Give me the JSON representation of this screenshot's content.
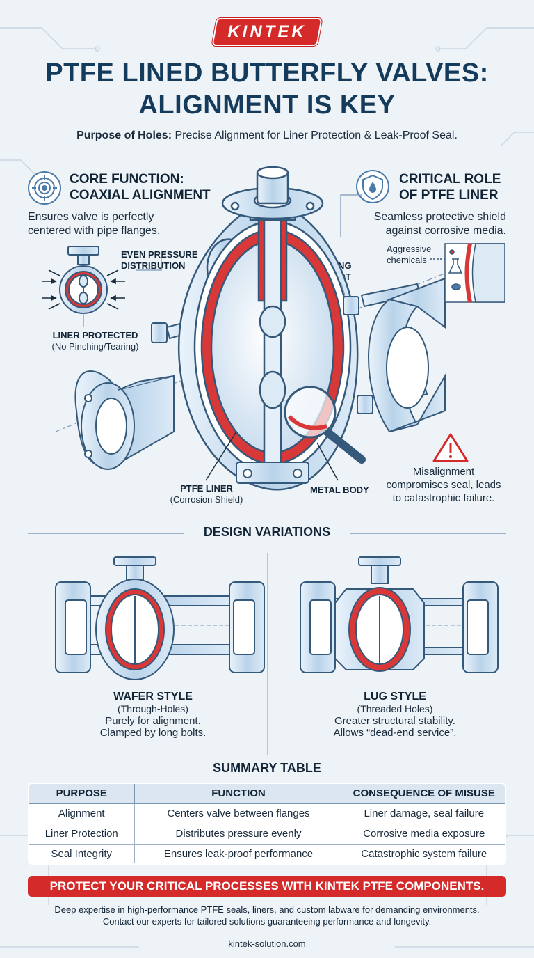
{
  "brand": {
    "logo": "KINTEK",
    "url": "kintek-solution.com"
  },
  "title": {
    "line1": "PTFE LINED BUTTERFLY VALVES:",
    "line2": "ALIGNMENT IS KEY"
  },
  "subtitle": {
    "lead": "Purpose of Holes:",
    "text": " Precise Alignment for Liner Protection & Leak-Proof Seal."
  },
  "core": {
    "heading1": "CORE FUNCTION:",
    "heading2": "COAXIAL ALIGNMENT",
    "desc1": "Ensures valve is perfectly",
    "desc2": "centered with pipe flanges.",
    "even_pressure1": "EVEN PRESSURE",
    "even_pressure2": "DISTRIBUTION",
    "liner_protected": "LINER PROTECTED",
    "liner_note": "(No Pinching/Tearing)"
  },
  "critical": {
    "heading1": "CRITICAL ROLE",
    "heading2": "OF PTFE LINER",
    "desc1": "Seamless protective shield",
    "desc2": "against corrosive media.",
    "chem1": "Aggressive",
    "chem2": "chemicals",
    "bolt1": "LONG",
    "bolt2": "BODT"
  },
  "main_labels": {
    "ptfe_liner": "PTFE LINER",
    "ptfe_note": "(Corrosion Shield)",
    "metal_body": "METAL BODY",
    "warn1": "Misalignment",
    "warn2": "compromises seal, leads",
    "warn3": "to catastrophic failure."
  },
  "design": {
    "heading": "DESIGN VARIATIONS",
    "wafer": {
      "title": "WAFER STYLE",
      "sub": "(Through-Holes)",
      "l1": "Purely for alignment.",
      "l2": "Clamped by long bolts."
    },
    "lug": {
      "title": "LUG STYLE",
      "sub": "(Threaded Holes)",
      "l1": "Greater structural stability.",
      "l2": "Allows “dead-end service”."
    }
  },
  "summary": {
    "heading": "SUMMARY TABLE",
    "columns": [
      "PURPOSE",
      "FUNCTION",
      "CONSEQUENCE OF MISUSE"
    ],
    "rows": [
      [
        "Alignment",
        "Centers valve between flanges",
        "Liner damage, seal failure"
      ],
      [
        "Liner Protection",
        "Distributes pressure evenly",
        "Corrosive media exposure"
      ],
      [
        "Seal Integrity",
        "Ensures leak-proof performance",
        "Catastrophic system failure"
      ]
    ]
  },
  "banner": "PROTECT YOUR CRITICAL PROCESSES WITH KINTEK PTFE COMPONENTS.",
  "footer": {
    "line1": "Deep expertise in high-performance PTFE seals, liners, and custom labware for demanding environments.",
    "line2": "Contact our experts for tailored solutions guaranteeing performance and longevity."
  },
  "colors": {
    "accent": "#d42a2a",
    "navy": "#153b5c",
    "steel": "#b9d3ea",
    "outline": "#35597a"
  },
  "icons": [
    "target-icon",
    "shield-drop-icon",
    "warning-icon",
    "magnifier-icon",
    "flask-icon"
  ]
}
